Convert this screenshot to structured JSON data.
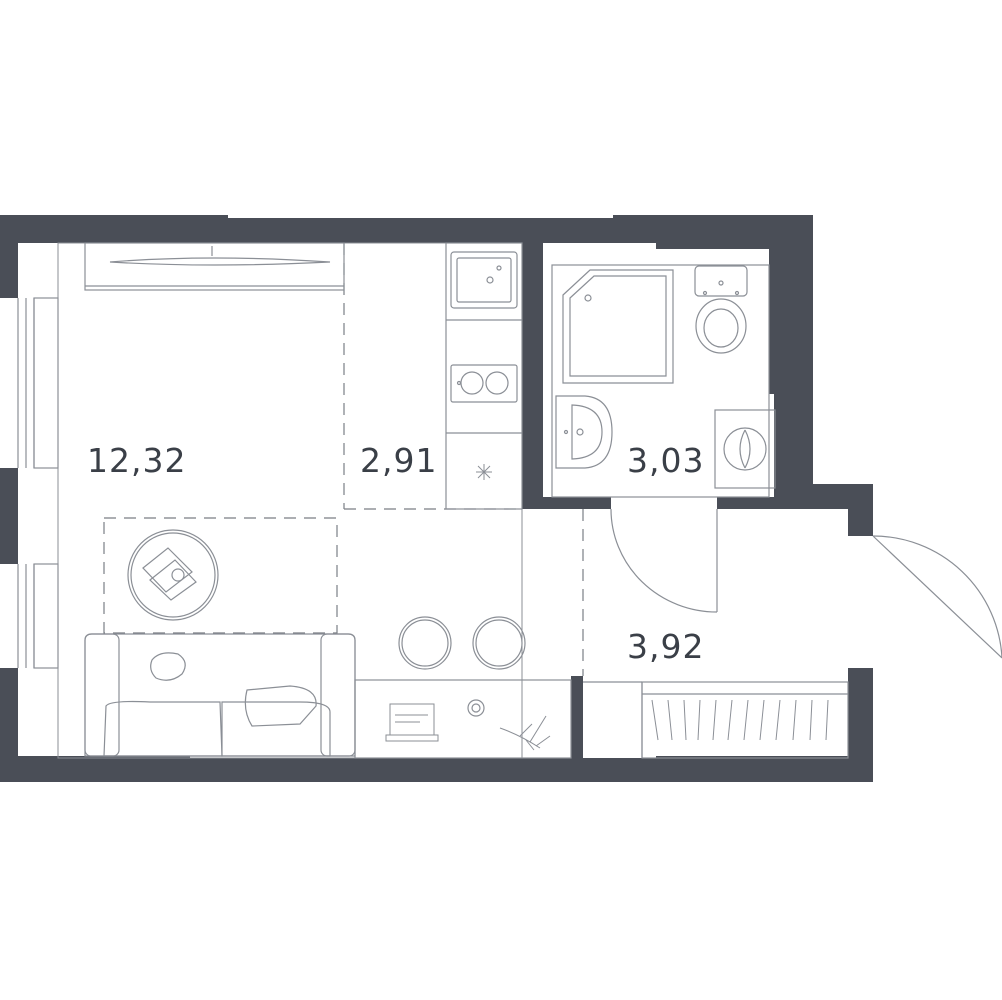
{
  "rooms": {
    "living": {
      "area": "12,32"
    },
    "kitchen": {
      "area": "2,91"
    },
    "bathroom": {
      "area": "3,03"
    },
    "hallway": {
      "area": "3,92"
    }
  },
  "colors": {
    "wall": "#4a4e57",
    "line": "#8b8f96",
    "dash": "#7a7e85",
    "text": "#3a3f47"
  }
}
